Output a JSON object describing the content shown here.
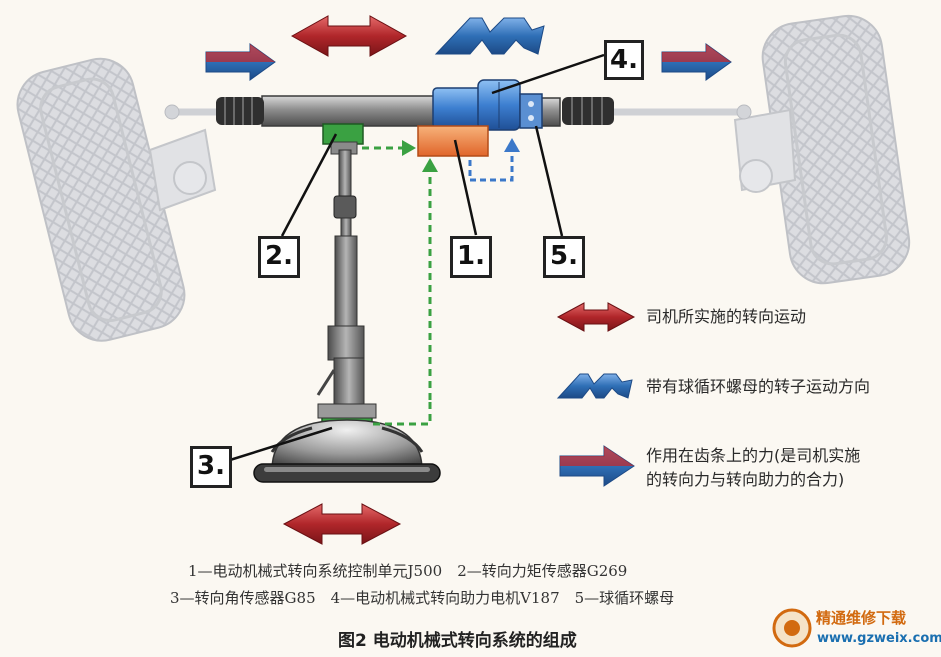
{
  "callouts": {
    "c1": "1.",
    "c2": "2.",
    "c3": "3.",
    "c4": "4.",
    "c5": "5."
  },
  "legend": {
    "driver_motion": "司机所实施的转向运动",
    "rotor_direction": "带有球循环螺母的转子运动方向",
    "rack_force_line1": "作用在齿条上的力(是司机实施",
    "rack_force_line2": "的转向力与转向助力的合力)"
  },
  "caption": {
    "line1": "1—电动机械式转向系统控制单元J500　2—转向力矩传感器G269",
    "line2": "3—转向角传感器G85　4—电动机械式转向助力电机V187　5—球循环螺母"
  },
  "figure_title": "图2 电动机械式转向系统的组成",
  "watermark": {
    "line1": "精通维修下载",
    "line2": "www.gzweix.com"
  },
  "colors": {
    "driver_arrow": "#b0262a",
    "rotor_arrow": "#2f6fb6",
    "rack_arrow_red": "#c0282c",
    "rack_arrow_blue": "#2f63b5",
    "signal_green": "#3aa142",
    "signal_blue": "#3b78c9",
    "ecu_orange": "#f08a3c",
    "motor_blue": "#3d7fd0",
    "wheel_gray": "#d8dade"
  }
}
